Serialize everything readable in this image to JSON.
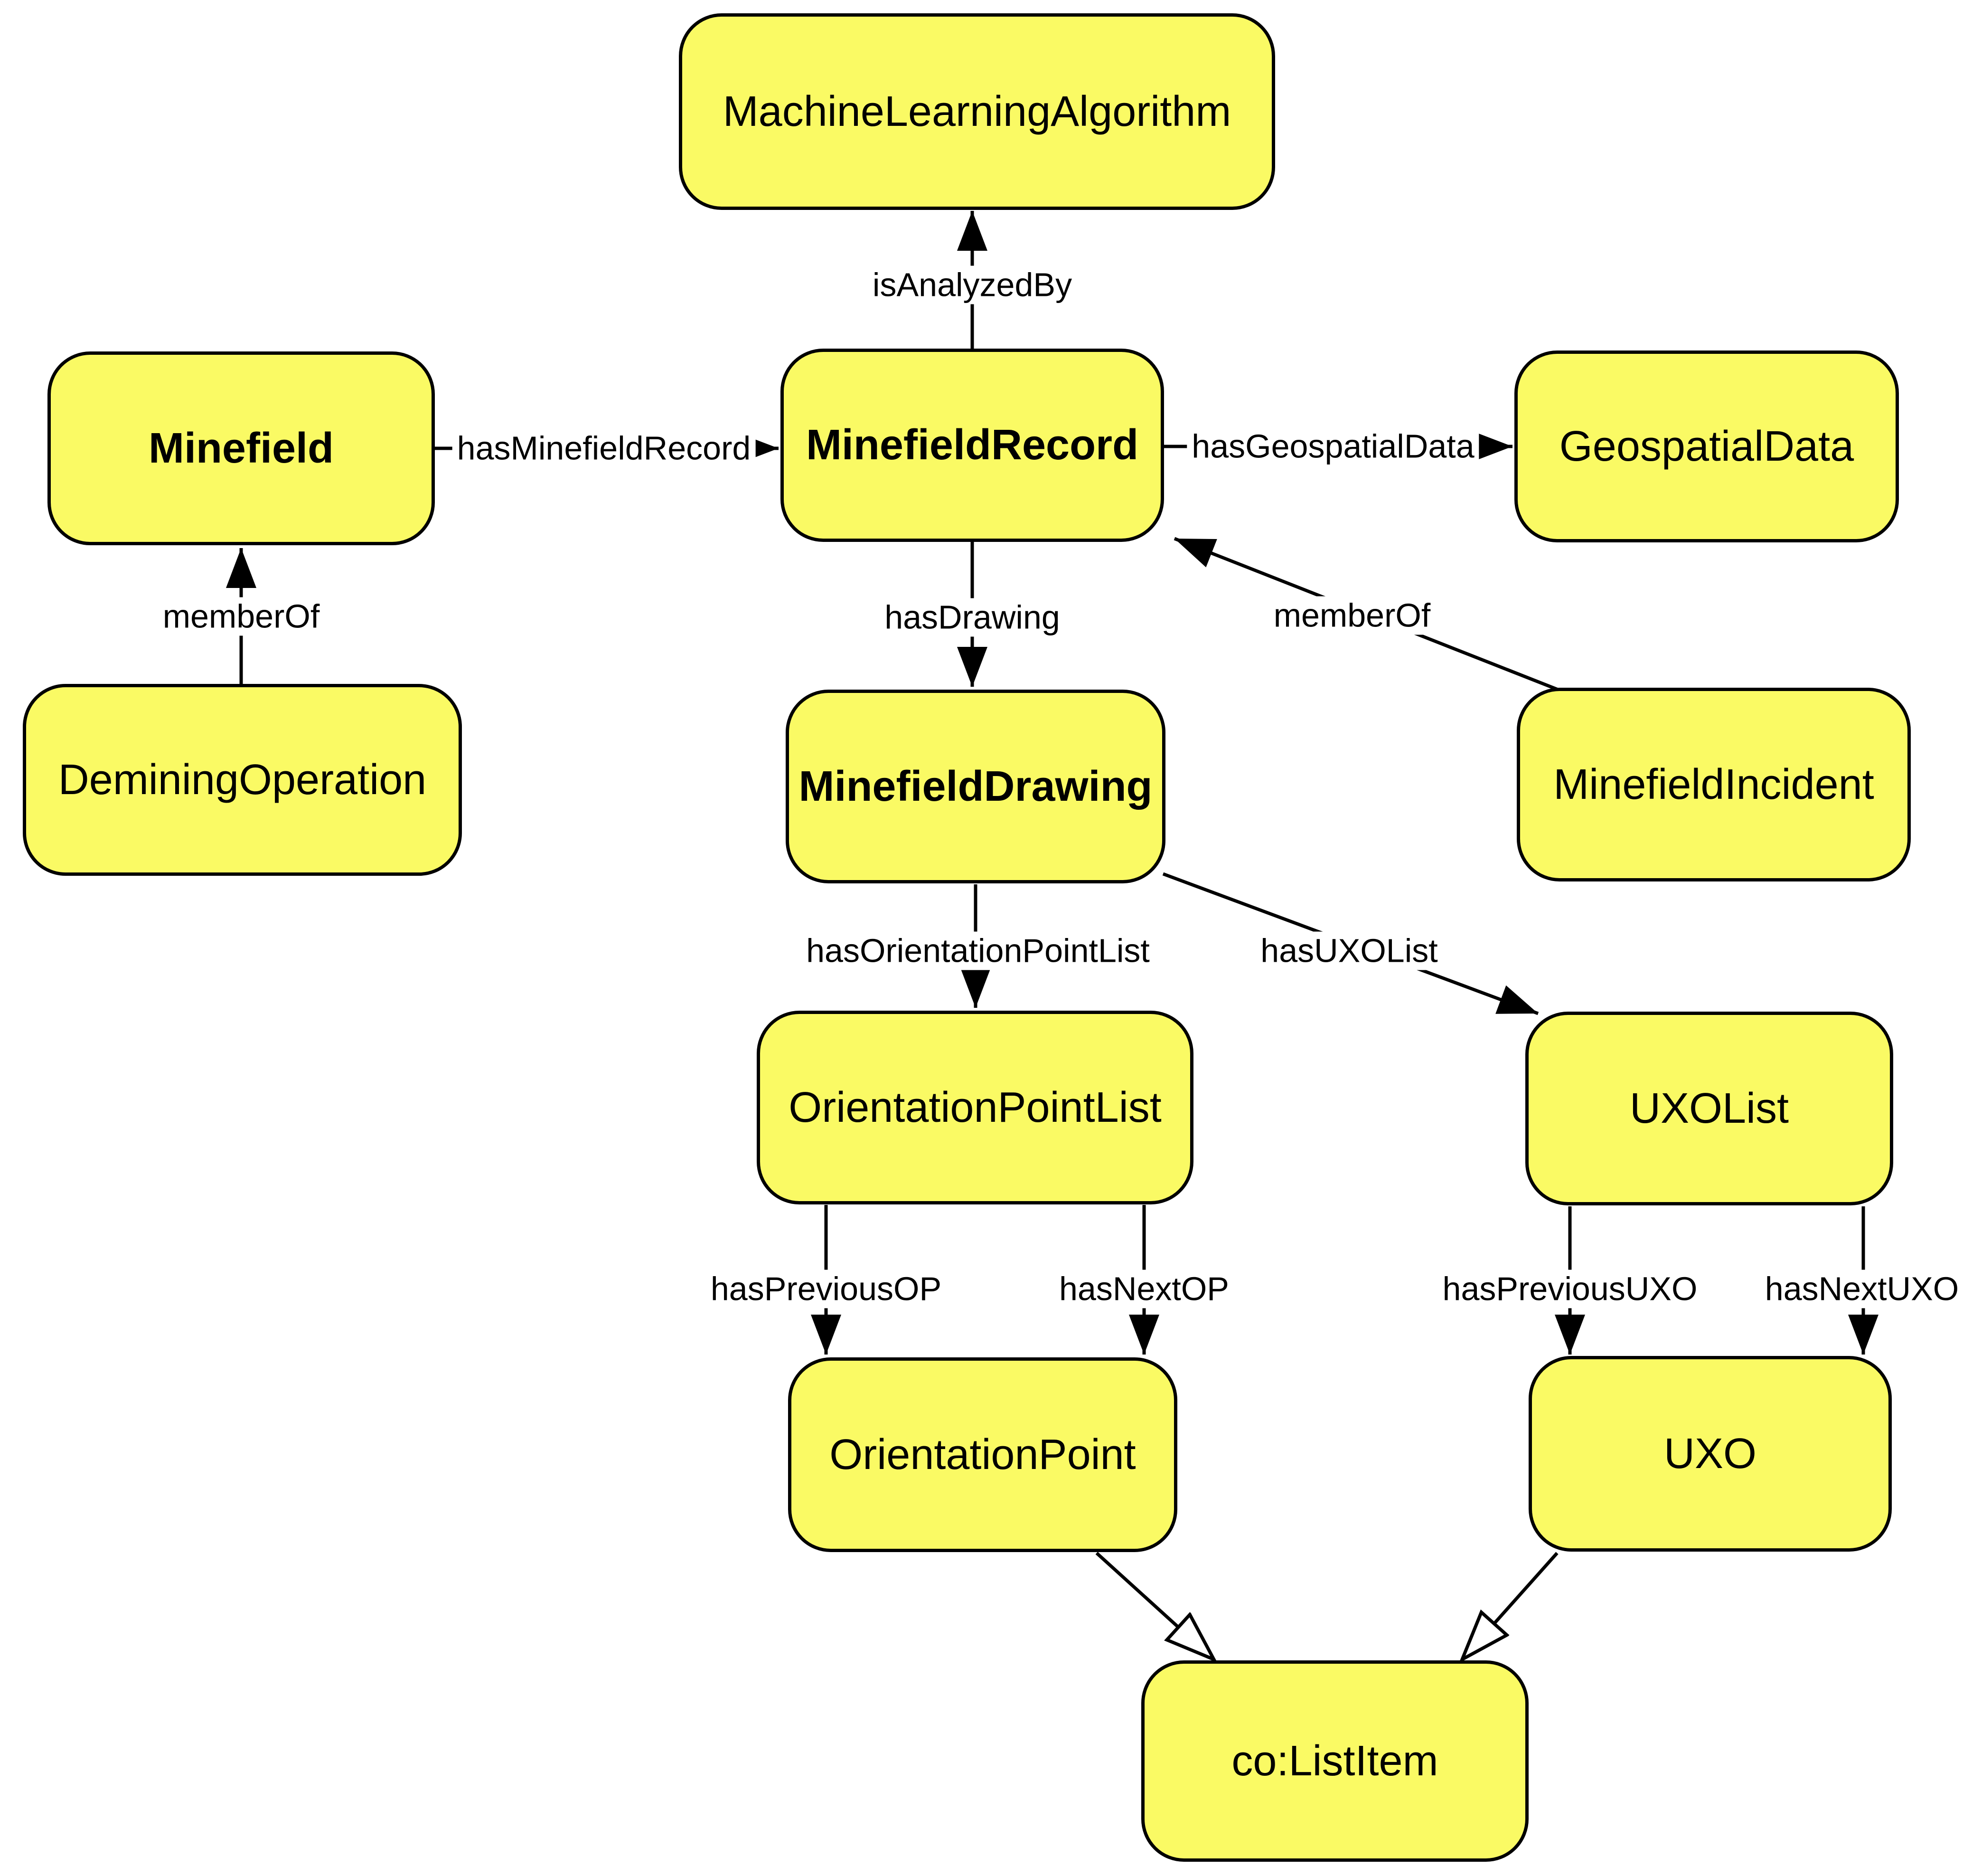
{
  "diagram": {
    "background_color": "#ffffff",
    "node_fill_color": "#FAFA64",
    "node_border_color": "#000000",
    "edge_color": "#000000",
    "nodes": {
      "machine_learning_algorithm": {
        "label": "MachineLearningAlgorithm",
        "bold": false
      },
      "minefield": {
        "label": "Minefield",
        "bold": true
      },
      "minefield_record": {
        "label": "MinefieldRecord",
        "bold": true
      },
      "geospatial_data": {
        "label": "GeospatialData",
        "bold": false
      },
      "demining_operation": {
        "label": "DeminingOperation",
        "bold": false
      },
      "minefield_drawing": {
        "label": "MinefieldDrawing",
        "bold": true
      },
      "minefield_incident": {
        "label": "MinefieldIncident",
        "bold": false
      },
      "orientation_point_list": {
        "label": "OrientationPointList",
        "bold": false
      },
      "uxo_list": {
        "label": "UXOList",
        "bold": false
      },
      "orientation_point": {
        "label": "OrientationPoint",
        "bold": false
      },
      "uxo": {
        "label": "UXO",
        "bold": false
      },
      "co_list_item": {
        "label": "co:ListItem",
        "bold": false
      }
    },
    "edges": {
      "is_analyzed_by": {
        "label": "isAnalyzedBy",
        "from": "MinefieldRecord",
        "to": "MachineLearningAlgorithm",
        "arrow": "filled"
      },
      "has_minefield_record": {
        "label": "hasMinefieldRecord",
        "from": "Minefield",
        "to": "MinefieldRecord",
        "arrow": "filled"
      },
      "has_geospatial_data": {
        "label": "hasGeospatialData",
        "from": "MinefieldRecord",
        "to": "GeospatialData",
        "arrow": "filled"
      },
      "member_of_demining": {
        "label": "memberOf",
        "from": "DeminingOperation",
        "to": "Minefield",
        "arrow": "filled"
      },
      "has_drawing": {
        "label": "hasDrawing",
        "from": "MinefieldRecord",
        "to": "MinefieldDrawing",
        "arrow": "filled"
      },
      "member_of_incident": {
        "label": "memberOf",
        "from": "MinefieldIncident",
        "to": "MinefieldRecord",
        "arrow": "filled"
      },
      "has_orientation_point_list": {
        "label": "hasOrientationPointList",
        "from": "MinefieldDrawing",
        "to": "OrientationPointList",
        "arrow": "filled"
      },
      "has_uxo_list": {
        "label": "hasUXOList",
        "from": "MinefieldDrawing",
        "to": "UXOList",
        "arrow": "filled"
      },
      "has_previous_op": {
        "label": "hasPreviousOP",
        "from": "OrientationPointList",
        "to": "OrientationPoint",
        "arrow": "filled"
      },
      "has_next_op": {
        "label": "hasNextOP",
        "from": "OrientationPointList",
        "to": "OrientationPoint",
        "arrow": "filled"
      },
      "has_previous_uxo": {
        "label": "hasPreviousUXO",
        "from": "UXOList",
        "to": "UXO",
        "arrow": "filled"
      },
      "has_next_uxo": {
        "label": "hasNextUXO",
        "from": "UXOList",
        "to": "UXO",
        "arrow": "filled"
      },
      "subclass_orientation_point": {
        "label": "",
        "from": "OrientationPoint",
        "to": "co:ListItem",
        "arrow": "hollow"
      },
      "subclass_uxo": {
        "label": "",
        "from": "UXO",
        "to": "co:ListItem",
        "arrow": "hollow"
      }
    }
  }
}
